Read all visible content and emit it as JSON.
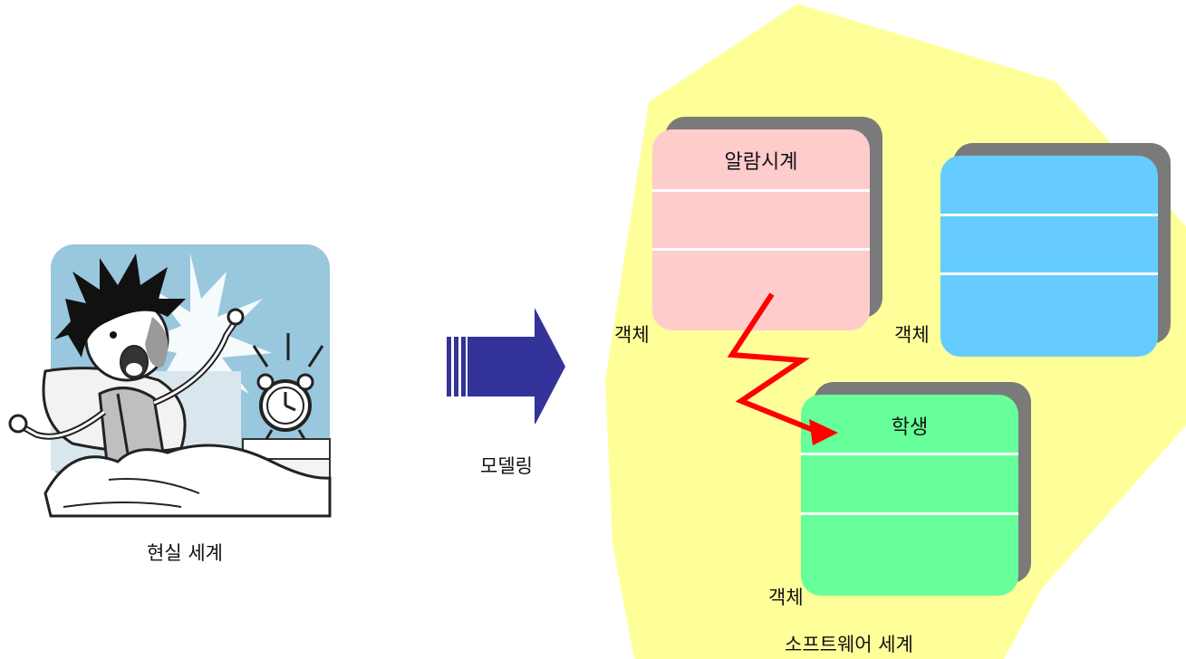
{
  "real_world": {
    "caption": "현실 세계",
    "illustration": "waking-boy-alarm-clock"
  },
  "arrow": {
    "label": "모델링",
    "color": "#333399"
  },
  "software_world": {
    "caption": "소프트웨어 세계",
    "background_color": "#ffff99",
    "objects": [
      {
        "name": "알람시계",
        "object_label": "객체",
        "color": "#ffcccc"
      },
      {
        "name": "",
        "object_label": "객체",
        "color": "#66ccff"
      },
      {
        "name": "학생",
        "object_label": "객체",
        "color": "#66ff99"
      }
    ],
    "message_arrow_color": "#ff0000"
  }
}
